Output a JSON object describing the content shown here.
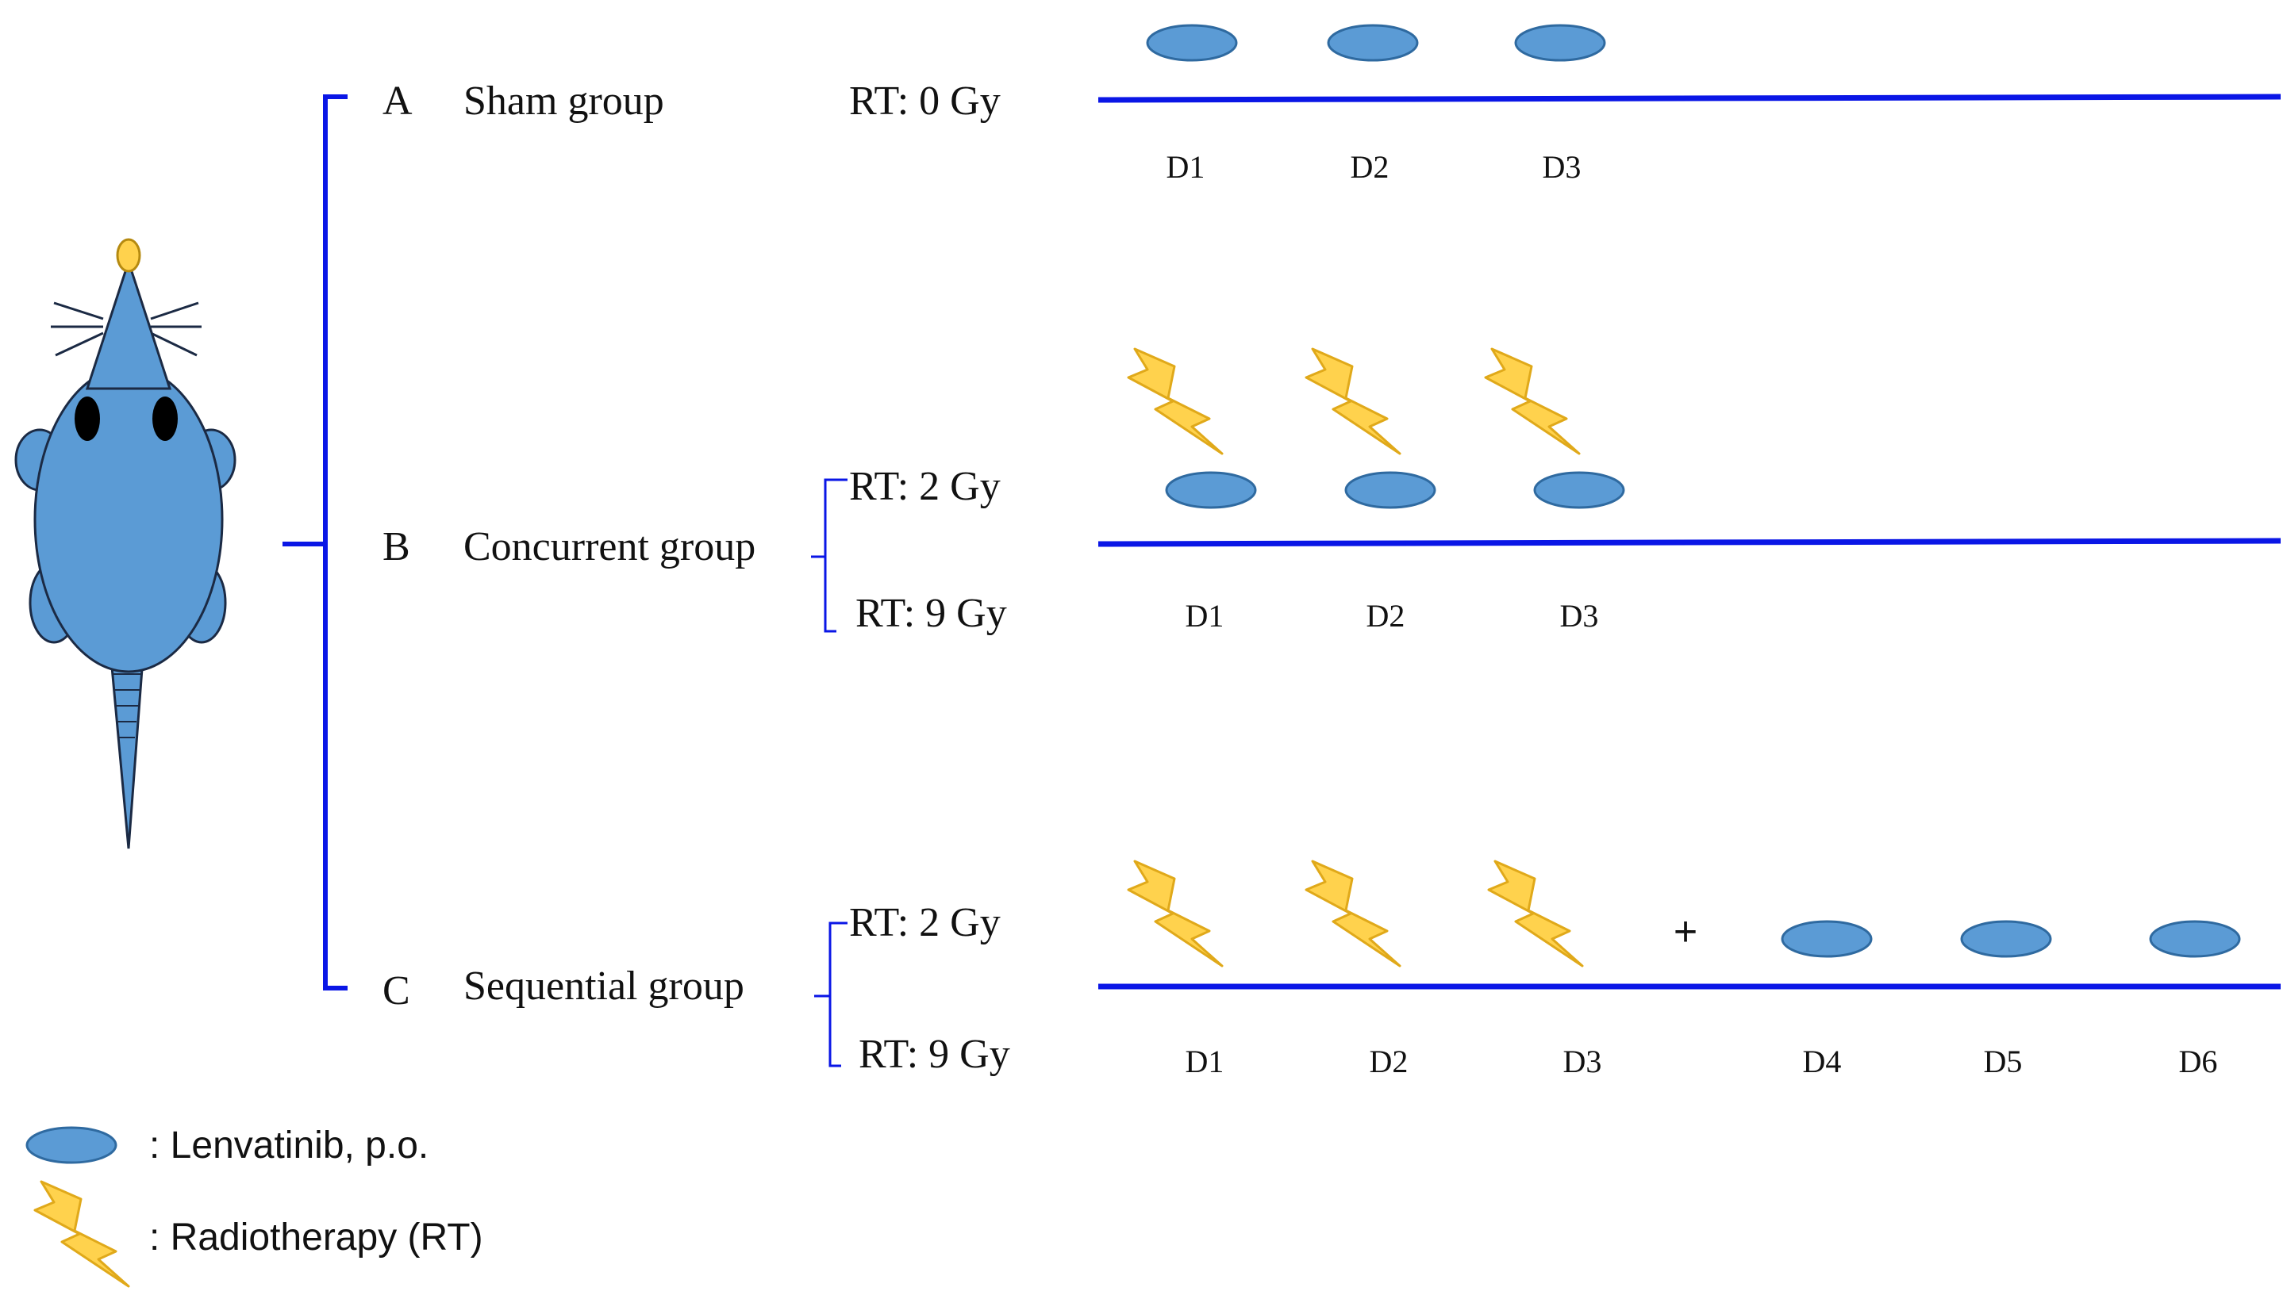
{
  "colors": {
    "timeline_blue": "#0a16e6",
    "drug_fill": "#5b9bd5",
    "drug_stroke": "#2f6aa0",
    "bolt_fill": "#ffd24d",
    "bolt_stroke": "#e0a91a",
    "mouse_fill": "#5b9bd5",
    "mouse_stroke": "#1b2a44",
    "nose_fill": "#ffd24d"
  },
  "groups": [
    {
      "letter": "A",
      "name": "Sham group",
      "doses": [
        "RT: 0 Gy"
      ],
      "days": [
        "D1",
        "D2",
        "D3"
      ],
      "lenvatinib_days": [
        "D1",
        "D2",
        "D3"
      ],
      "radiotherapy_days": []
    },
    {
      "letter": "B",
      "name": "Concurrent group",
      "doses": [
        "RT: 2 Gy",
        "RT: 9 Gy"
      ],
      "days": [
        "D1",
        "D2",
        "D3"
      ],
      "lenvatinib_days": [
        "D1",
        "D2",
        "D3"
      ],
      "radiotherapy_days": [
        "D1",
        "D2",
        "D3"
      ]
    },
    {
      "letter": "C",
      "name": "Sequential group",
      "doses": [
        "RT: 2 Gy",
        "RT: 9 Gy"
      ],
      "days": [
        "D1",
        "D2",
        "D3",
        "D4",
        "D5",
        "D6"
      ],
      "plus_sign": "+",
      "lenvatinib_days": [
        "D4",
        "D5",
        "D6"
      ],
      "radiotherapy_days": [
        "D1",
        "D2",
        "D3"
      ]
    }
  ],
  "legend": {
    "drug_label": ": Lenvatinib, p.o.",
    "drug_icon": "lenvatinib-pill-icon",
    "rt_label": ": Radiotherapy (RT)",
    "rt_icon": "lightning-bolt-icon"
  },
  "mouse_icon": "mouse-icon"
}
